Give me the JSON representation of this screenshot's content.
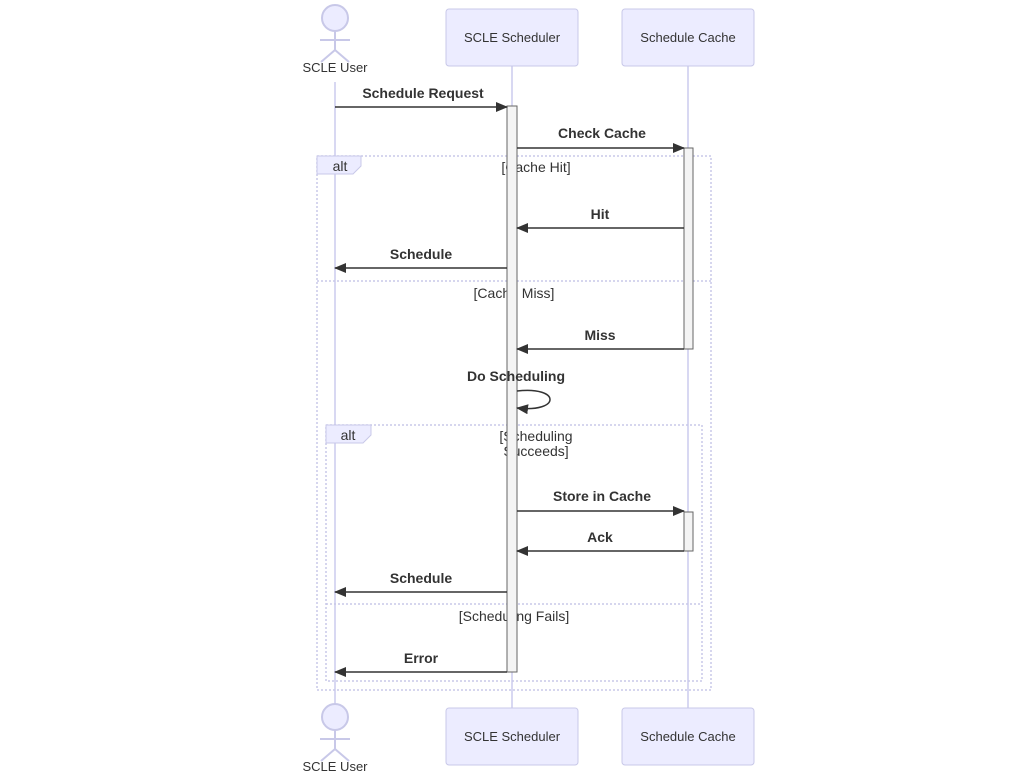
{
  "colors": {
    "actor_fill": "#ECECFF",
    "actor_stroke": "#C8C8E8",
    "lifeline": "#D8D8F2",
    "arrow": "#333333",
    "activation_fill": "#F4F4F4",
    "activation_stroke": "#666666",
    "fragment_stroke": "#C8C8E8",
    "alt_tag_fill": "#ECECFF",
    "text": "#333333"
  },
  "participants": {
    "user": {
      "label": "SCLE User",
      "kind": "actor",
      "icon": "stick-figure-icon"
    },
    "scheduler": {
      "label": "SCLE Scheduler",
      "kind": "box"
    },
    "cache": {
      "label": "Schedule Cache",
      "kind": "box"
    }
  },
  "messages": {
    "schedule_request": "Schedule Request",
    "check_cache": "Check Cache",
    "hit": "Hit",
    "schedule_on_hit": "Schedule",
    "miss": "Miss",
    "do_scheduling": "Do Scheduling",
    "store_in_cache": "Store in Cache",
    "ack": "Ack",
    "schedule_on_success": "Schedule",
    "error": "Error"
  },
  "fragments": {
    "outer": {
      "tag": "alt",
      "cond_hit": "[Cache Hit]",
      "cond_miss": "[Cache Miss]"
    },
    "inner": {
      "tag": "alt",
      "cond_success_line1": "[Scheduling",
      "cond_success_line2": "Succeeds]",
      "cond_fail": "[Scheduling Fails]"
    }
  }
}
